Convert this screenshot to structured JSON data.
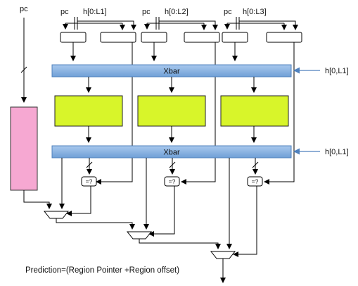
{
  "labels": {
    "pc_left": "pc",
    "bank1_pc": "pc",
    "bank1_hist": "h[0:L1]",
    "bank2_pc": "pc",
    "bank2_hist": "h[0:L2]",
    "bank3_pc": "pc",
    "bank3_hist": "h[0:L3]",
    "xbar_top": "Xbar",
    "xbar_bottom": "Xbar",
    "hist_top_right": "h[0,L1]",
    "hist_bottom_right": "h[0,L1]",
    "compare_1": "=?",
    "compare_2": "=?",
    "compare_3": "=?",
    "caption": "Prediction=(Region Pointer +Region offset)"
  },
  "colors": {
    "xbar": "#89b3e2",
    "xbar_edge": "#4f81bd",
    "bank": "#d8f52a",
    "left_table": "#f6a8d2",
    "arrow_side": "#4f81bd"
  }
}
